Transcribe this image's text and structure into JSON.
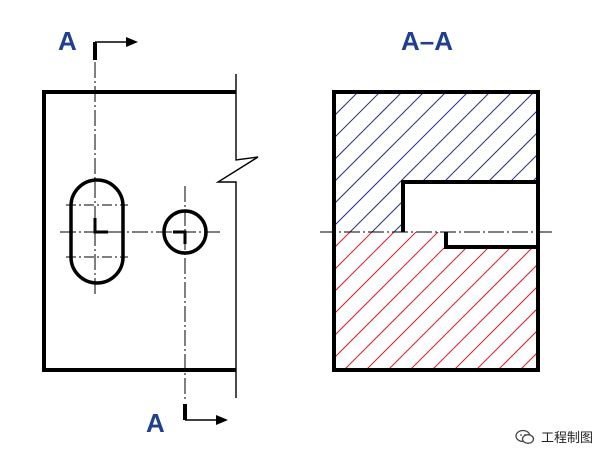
{
  "labels": {
    "section_marker_top": "A",
    "section_marker_bottom": "A",
    "section_view_title": "A–A"
  },
  "watermark": {
    "text": "工程制图",
    "icon": "wechat-icon"
  },
  "colors": {
    "label_blue": "#1f3f8f",
    "outline": "#000000",
    "hatch_top": "#2b2f8f",
    "hatch_bottom": "#d81f2a",
    "centerline": "#000000"
  }
}
